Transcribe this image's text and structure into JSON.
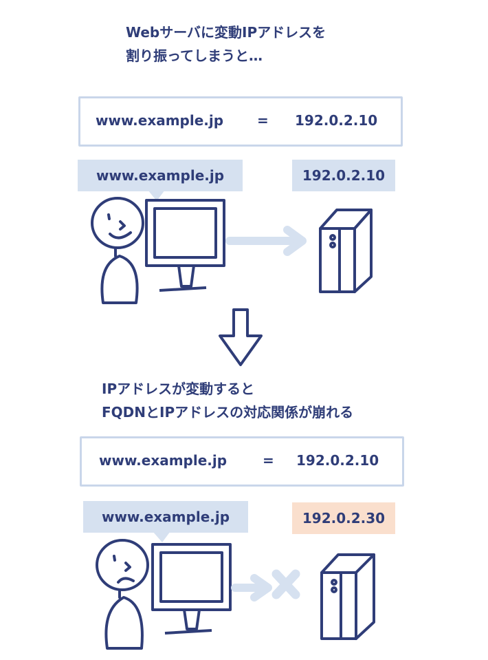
{
  "header": {
    "line1": "Webサーバに変動IPアドレスを",
    "line2": "割り振ってしまうと…"
  },
  "scene_before": {
    "mapping_fqdn": "www.example.jp",
    "mapping_eq": "=",
    "mapping_ip": "192.0.2.10",
    "bubble": "www.example.jp",
    "server_ip": "192.0.2.10"
  },
  "middle": {
    "line1": "IPアドレスが変動すると",
    "line2": "FQDNとIPアドレスの対応関係が崩れる"
  },
  "scene_after": {
    "mapping_fqdn": "www.example.jp",
    "mapping_eq": "=",
    "mapping_ip": "192.0.2.10",
    "bubble": "www.example.jp",
    "server_ip": "192.0.2.30"
  },
  "colors": {
    "ink": "#2f3d78",
    "light_blue": "#d6e1f0",
    "box_border": "#c9d6ea",
    "changed_ip_bg": "#fadfcd"
  }
}
